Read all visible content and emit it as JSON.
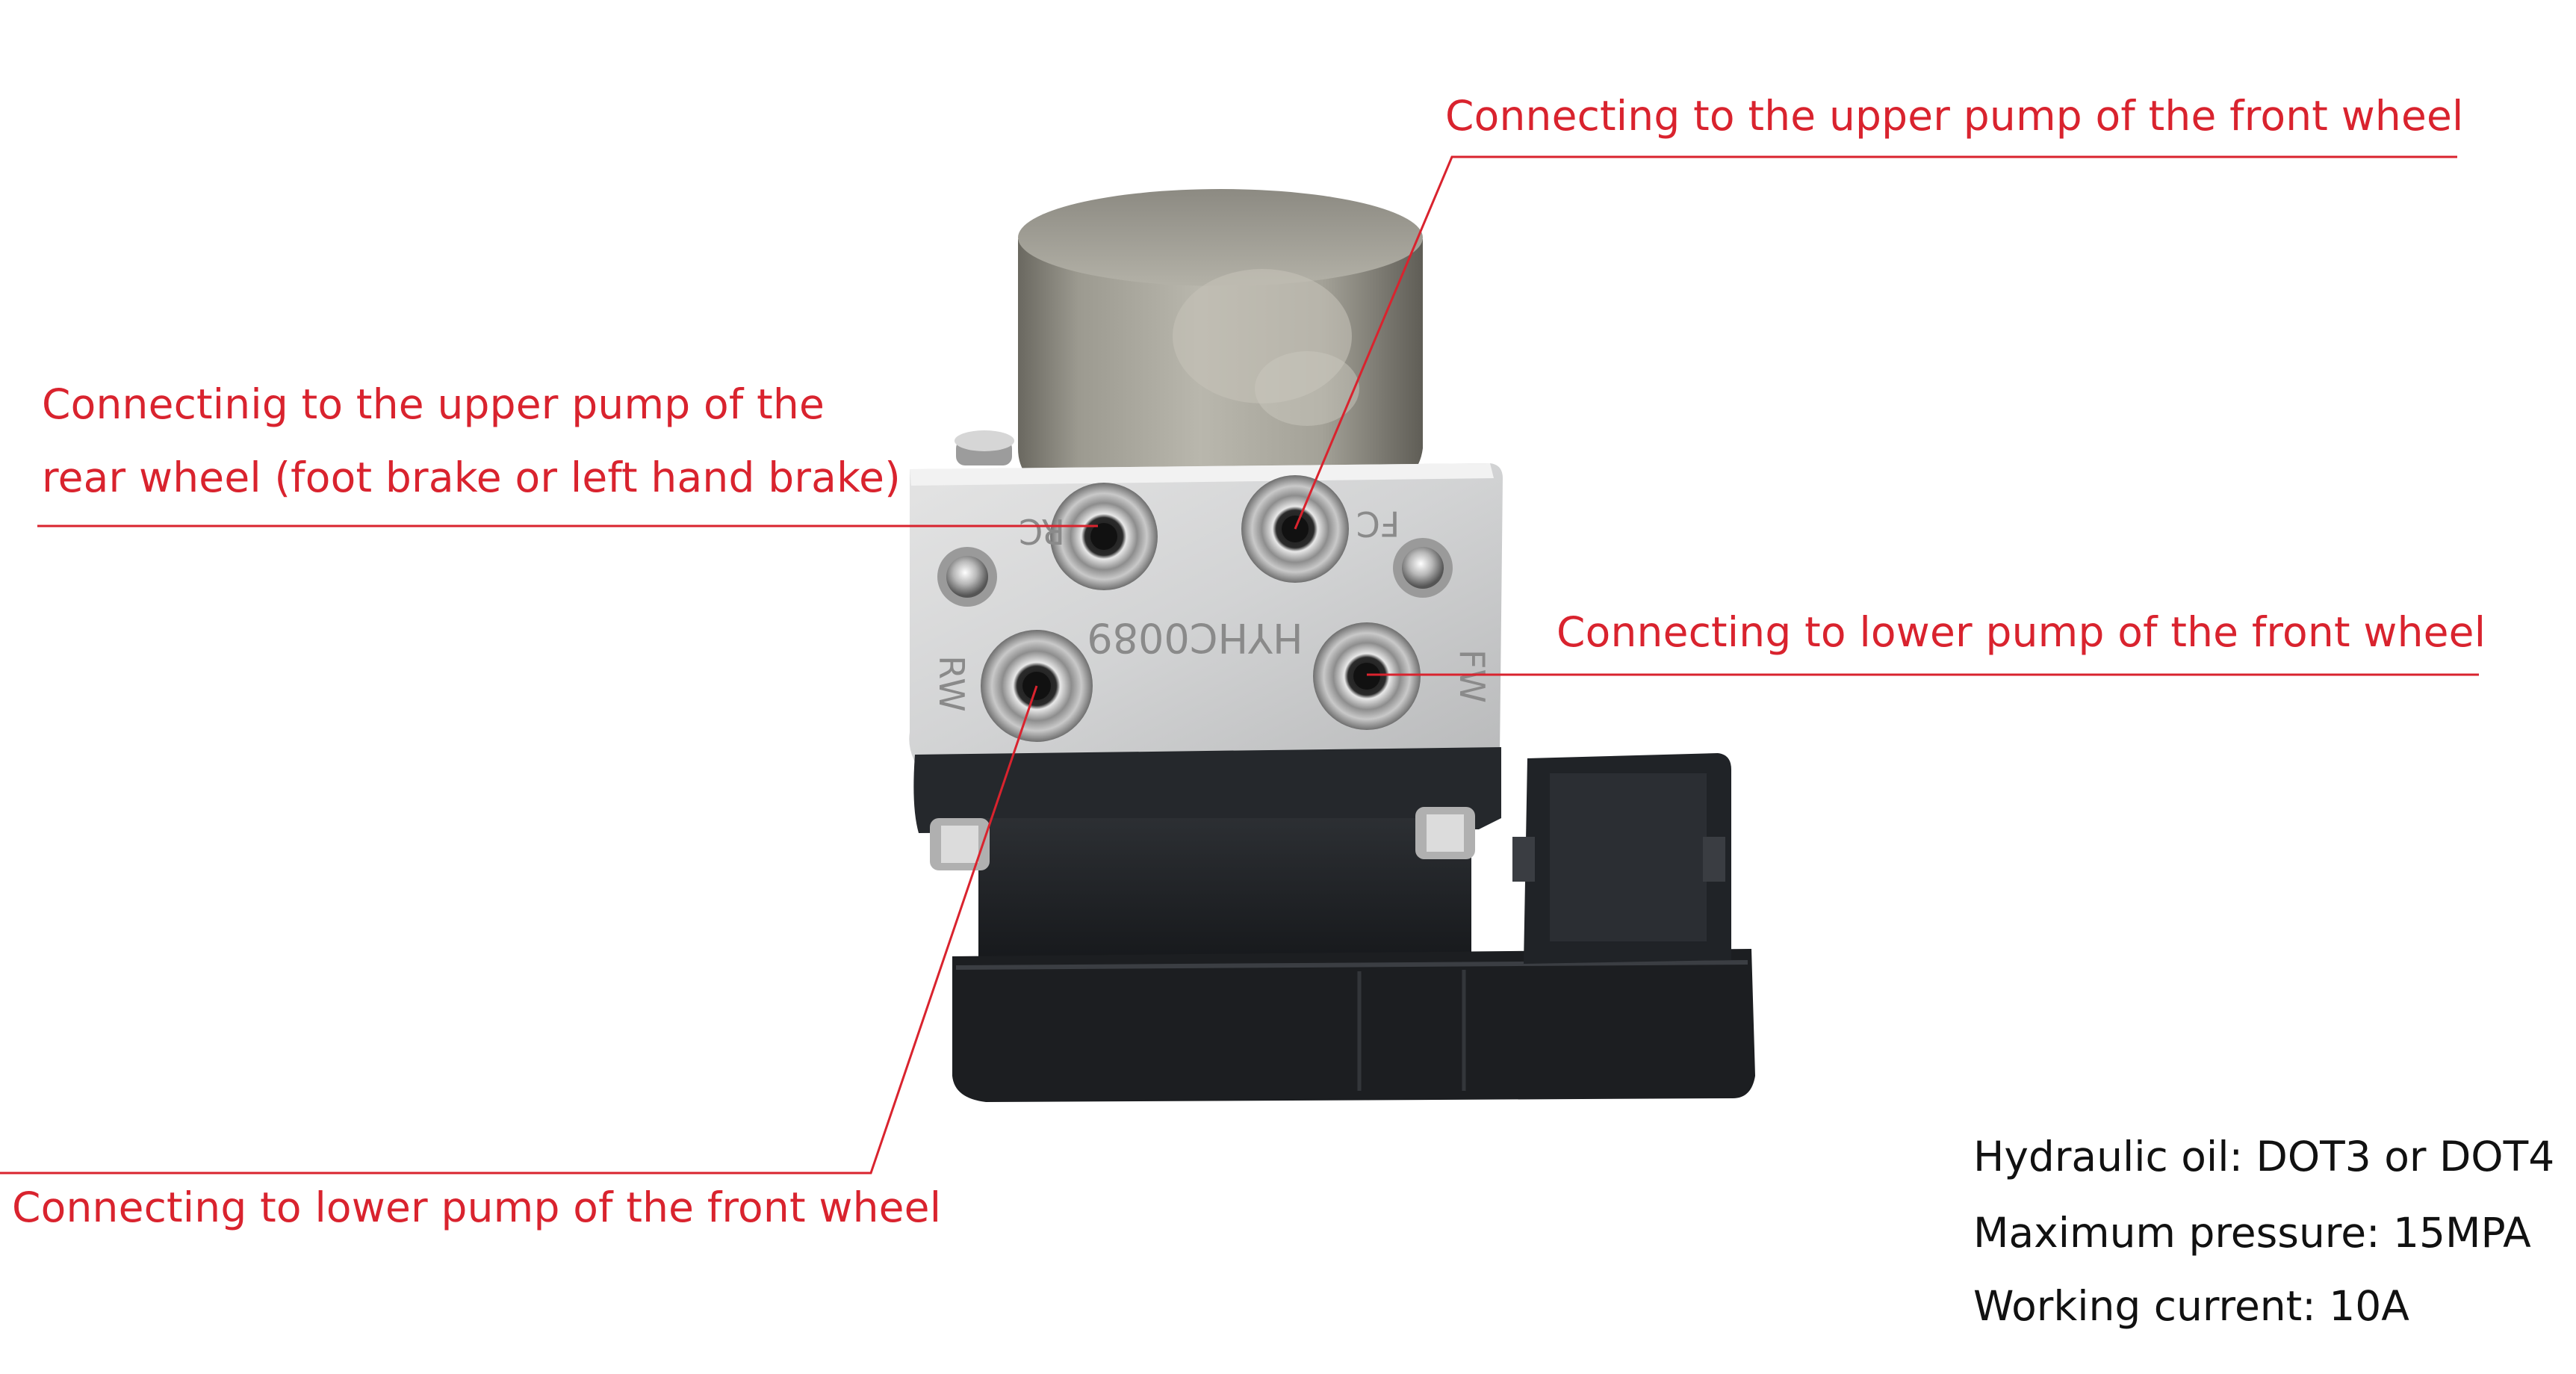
{
  "callouts": {
    "front_upper": "Connecting to the upper pump of the front wheel",
    "rear_upper_line1": "Connectinig to the upper pump of the",
    "rear_upper_line2": "rear wheel (foot brake or left hand brake)",
    "front_lower_right": "Connecting to lower pump of the front wheel",
    "front_lower_bottom": "Connecting to lower pump of the front wheel"
  },
  "port_markings": {
    "rc": "RC",
    "fc": "FC",
    "rw": "RW",
    "fw": "FW",
    "model": "HYHC0089"
  },
  "specs": {
    "oil": "Hydraulic oil: DOT3 or DOT4",
    "pressure": "Maximum pressure: 15MPA",
    "current": "Working current: 10A"
  },
  "colors": {
    "callout": "#d9232e",
    "text": "#111111"
  }
}
